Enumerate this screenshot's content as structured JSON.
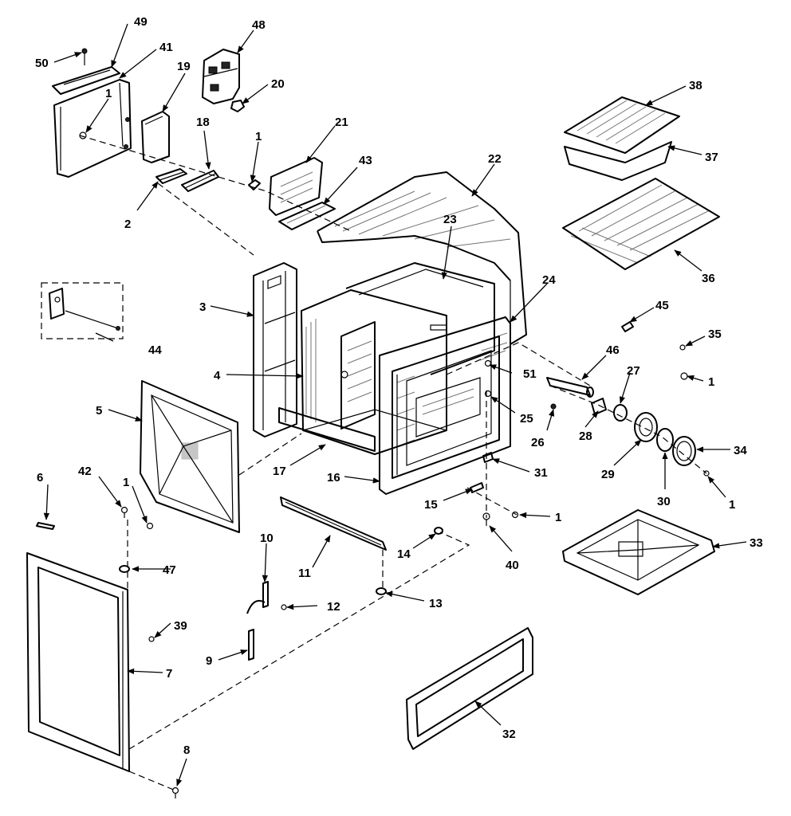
{
  "labels": [
    "1",
    "2",
    "3",
    "4",
    "5",
    "6",
    "7",
    "8",
    "9",
    "10",
    "11",
    "12",
    "13",
    "14",
    "15",
    "16",
    "17",
    "18",
    "19",
    "20",
    "21",
    "22",
    "23",
    "24",
    "25",
    "26",
    "27",
    "28",
    "29",
    "30",
    "31",
    "32",
    "33",
    "34",
    "35",
    "36",
    "37",
    "38",
    "39",
    "40",
    "41",
    "42",
    "43",
    "44",
    "45",
    "46",
    "47",
    "48",
    "49",
    "50",
    "51"
  ],
  "colors": {
    "ink": "#000000",
    "paper": "#ffffff"
  }
}
